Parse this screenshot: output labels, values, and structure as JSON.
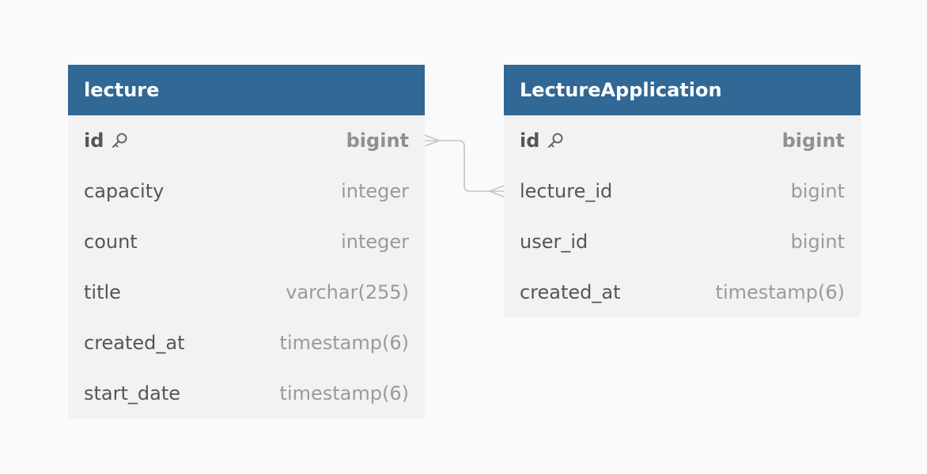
{
  "tables": [
    {
      "name": "lecture",
      "columns": [
        {
          "name": "id",
          "type": "bigint",
          "primary_key": true
        },
        {
          "name": "capacity",
          "type": "integer"
        },
        {
          "name": "count",
          "type": "integer"
        },
        {
          "name": "title",
          "type": "varchar(255)"
        },
        {
          "name": "created_at",
          "type": "timestamp(6)"
        },
        {
          "name": "start_date",
          "type": "timestamp(6)"
        }
      ]
    },
    {
      "name": "LectureApplication",
      "columns": [
        {
          "name": "id",
          "type": "bigint",
          "primary_key": true
        },
        {
          "name": "lecture_id",
          "type": "bigint"
        },
        {
          "name": "user_id",
          "type": "bigint"
        },
        {
          "name": "created_at",
          "type": "timestamp(6)"
        }
      ]
    }
  ],
  "relations": [
    {
      "from": "lecture.id",
      "to": "LectureApplication.lecture_id",
      "from_cardinality": "many",
      "to_cardinality": "many"
    }
  ],
  "colors": {
    "header": "#316896",
    "header_text": "#ffffff",
    "body": "#f2f2f2",
    "background": "#fafafa",
    "column_name": "#555555",
    "column_type": "#9a9a9a",
    "connector": "#c4c4c4"
  },
  "icons": {
    "primary_key": "key-icon"
  }
}
